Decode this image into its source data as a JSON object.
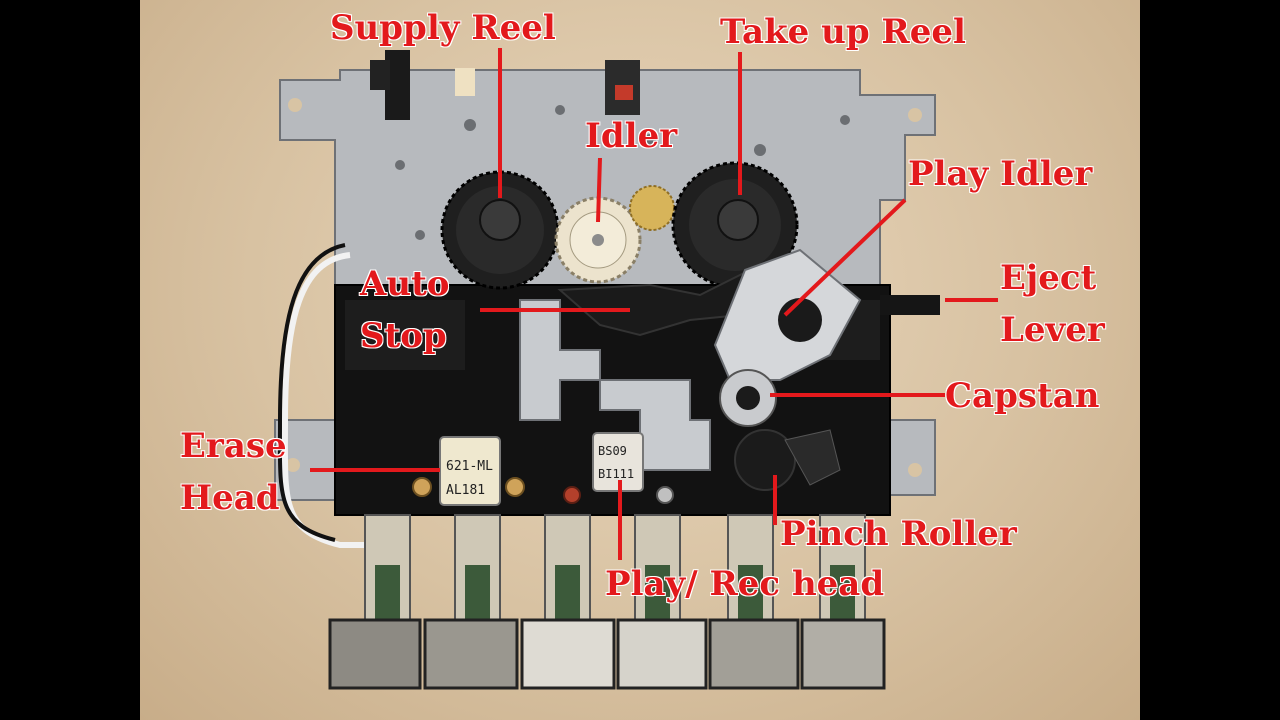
{
  "labels": {
    "supply_reel": "Supply Reel",
    "take_up_reel": "Take up Reel",
    "idler": "Idler",
    "play_idler": "Play Idler",
    "eject_lever_line1": "Eject",
    "eject_lever_line2": "Lever",
    "auto_stop_line1": "Auto",
    "auto_stop_line2": "Stop",
    "capstan": "Capstan",
    "erase_head_line1": "Erase",
    "erase_head_line2": "Head",
    "pinch_roller": "Pinch Roller",
    "play_rec_head": "Play/ Rec head"
  },
  "component_markings": {
    "erase_head_line1": "621-ML",
    "erase_head_line2": "AL181",
    "play_head_line1": "BS09",
    "play_head_line2": "BI111"
  },
  "colors": {
    "label": "#e3191c",
    "leader_line": "#e3191c",
    "backdrop": "#dcc6a6",
    "chassis": "#b9bcc0",
    "gear_dark": "#222222",
    "gear_light": "#e8dfc8",
    "plastic_black": "#111111"
  }
}
